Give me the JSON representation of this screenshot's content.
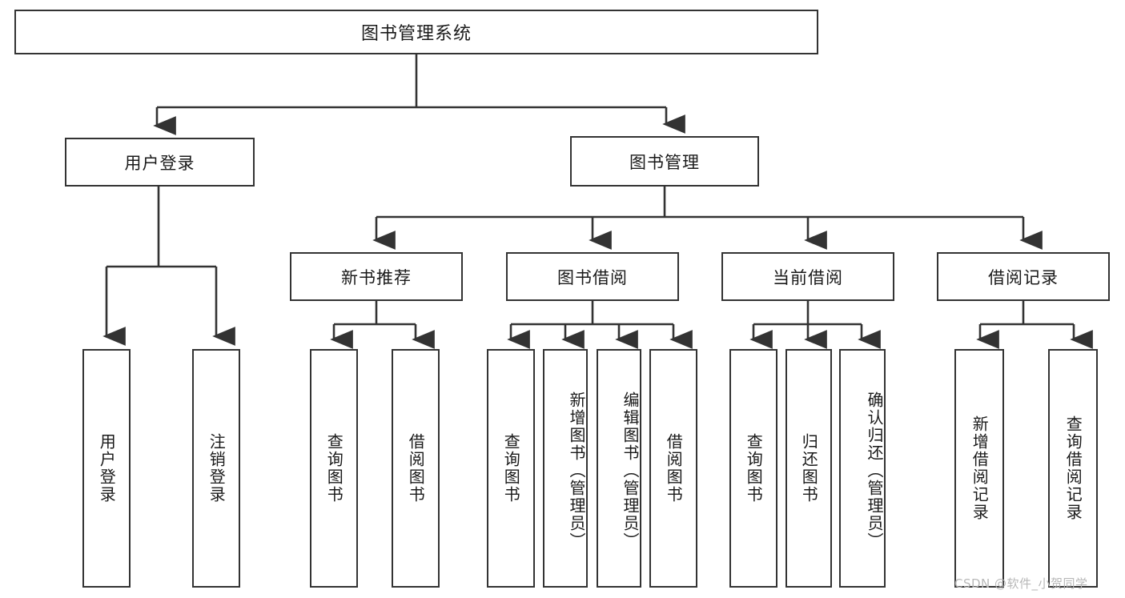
{
  "diagram": {
    "type": "hierarchy-tree",
    "title": "图书管理系统",
    "watermark": "CSDN @软件_小贺同学",
    "colors": {
      "stroke": "#333333",
      "fill": "#ffffff",
      "text": "#1a1a1a",
      "watermark": "#b8b8b8"
    },
    "root": {
      "label": "图书管理系统"
    },
    "level2": [
      {
        "label": "用户登录"
      },
      {
        "label": "图书管理"
      }
    ],
    "level3": [
      {
        "label": "新书推荐"
      },
      {
        "label": "图书借阅"
      },
      {
        "label": "当前借阅"
      },
      {
        "label": "借阅记录"
      }
    ],
    "leaves": {
      "user_login": [
        {
          "label": "用户登录"
        },
        {
          "label": "注销登录"
        }
      ],
      "new_book": [
        {
          "label": "查询图书"
        },
        {
          "label": "借阅图书"
        }
      ],
      "book_borrow": [
        {
          "label": "查询图书"
        },
        {
          "label": "新增图书（管理员）"
        },
        {
          "label": "编辑图书（管理员）"
        },
        {
          "label": "借阅图书"
        }
      ],
      "current_borrow": [
        {
          "label": "查询图书"
        },
        {
          "label": "归还图书"
        },
        {
          "label": "确认归还（管理员）"
        }
      ],
      "borrow_record": [
        {
          "label": "新增借阅记录"
        },
        {
          "label": "查询借阅记录"
        }
      ]
    }
  }
}
